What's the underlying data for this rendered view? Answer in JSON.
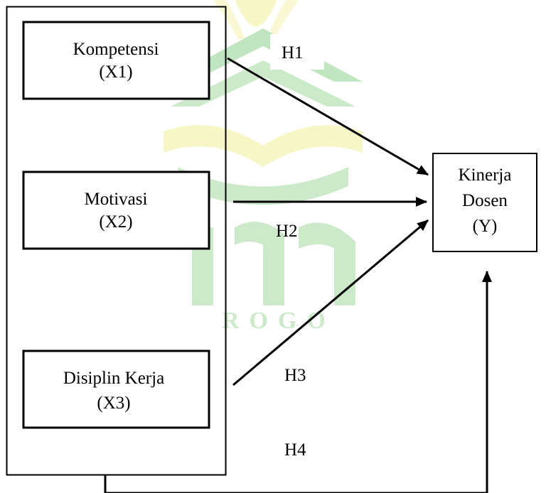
{
  "watermark": {
    "text": "ROGO",
    "colors": {
      "green": "#8fcf8f",
      "yellow": "#f2f09a"
    }
  },
  "boxes": {
    "x1": {
      "name": "Kompetensi",
      "code": "(X1)"
    },
    "x2": {
      "name": "Motivasi",
      "code": "(X2)"
    },
    "x3": {
      "name": "Disiplin Kerja",
      "code": "(X3)"
    },
    "y": {
      "name_line1": "Kinerja",
      "name_line2": "Dosen",
      "code": "(Y)"
    }
  },
  "hypotheses": {
    "h1": "H1",
    "h2": "H2",
    "h3": "H3",
    "h4": "H4"
  }
}
